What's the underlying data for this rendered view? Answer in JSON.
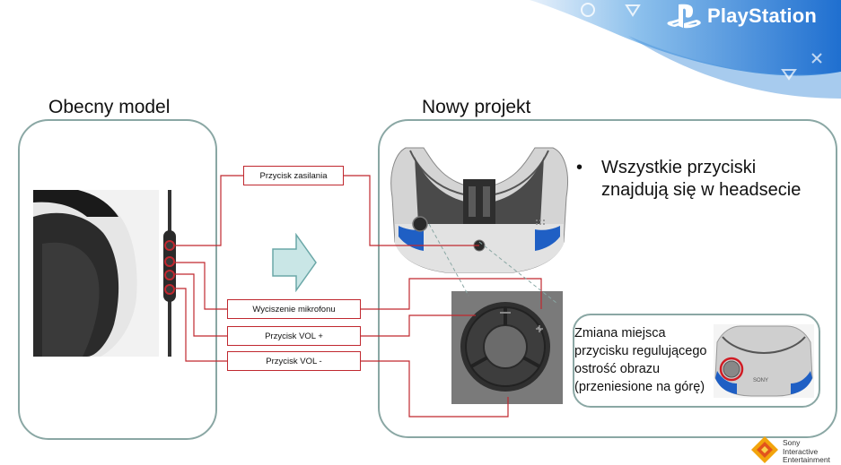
{
  "header": {
    "brand": "PlayStation",
    "corporate": [
      "Sony",
      "Interactive",
      "Entertainment"
    ]
  },
  "sections": {
    "current_title": "Obecny model",
    "new_title": "Nowy projekt"
  },
  "labels": {
    "power": "Przycisk zasilania",
    "mic_mute": "Wyciszenie mikrofonu",
    "vol_up": "Przycisk VOL +",
    "vol_down": "Przycisk VOL -"
  },
  "bullet": {
    "line1": "Wszystkie przyciski",
    "line2": "znajdują się w headsecie"
  },
  "inset": {
    "lines": [
      "Zmiana miejsca",
      "przycisku regulującego",
      "ostrość obrazu",
      "(przeniesione na górę)"
    ],
    "device_text": "SONY"
  },
  "colors": {
    "callout": "#c0282f",
    "panel_border": "#8aa7a4",
    "accent_blue": "#1f5fc4",
    "arrow_fill": "#c9e6e6"
  }
}
